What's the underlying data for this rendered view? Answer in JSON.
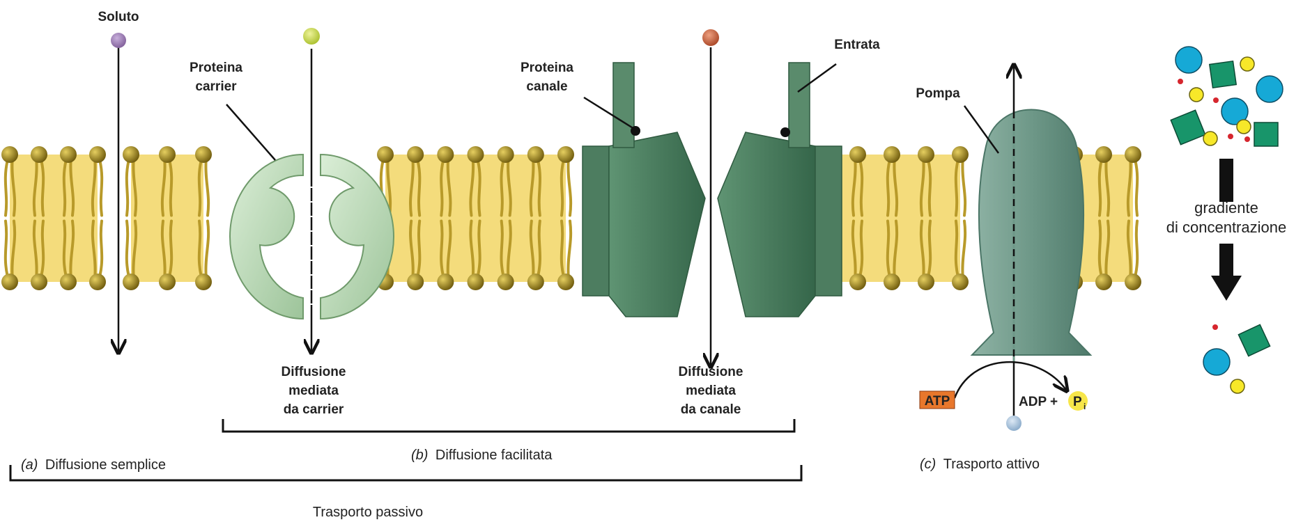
{
  "labels": {
    "soluto": "Soluto",
    "proteina_carrier_1": "Proteina",
    "proteina_carrier_2": "carrier",
    "proteina_canale_1": "Proteina",
    "proteina_canale_2": "canale",
    "entrata": "Entrata",
    "pompa": "Pompa",
    "diff_carrier_1": "Diffusione",
    "diff_carrier_2": "mediata",
    "diff_carrier_3": "da carrier",
    "diff_canale_1": "Diffusione",
    "diff_canale_2": "mediata",
    "diff_canale_3": "da canale",
    "atp": "ATP",
    "adp": "ADP +",
    "pi": "P",
    "pi_sub": "i"
  },
  "captions": {
    "a_letter": "(a)",
    "a_text": "Diffusione semplice",
    "b_letter": "(b)",
    "b_text": "Diffusione facilitata",
    "c_letter": "(c)",
    "c_text": "Trasporto attivo",
    "passive": "Trasporto passivo"
  },
  "gradient": {
    "line1": "gradiente",
    "line2": "di concentrazione"
  },
  "colors": {
    "membrane": "#f4dc7c",
    "lipid_head": "#8a7414",
    "carrier": "#bcd8b7",
    "channel": "#4f8364",
    "pump": "#6e9888",
    "solute_purple": "#9b7bb0",
    "solute_green": "#c6d84a",
    "solute_orange": "#c2603c",
    "solute_blue": "#a6c3de",
    "atp_box": "#e8772c",
    "pi_circle": "#f7e64a",
    "grad_cyan": "#16a9d6",
    "grad_green": "#18956a",
    "grad_yellow": "#f7e829",
    "grad_red": "#d6262e"
  }
}
